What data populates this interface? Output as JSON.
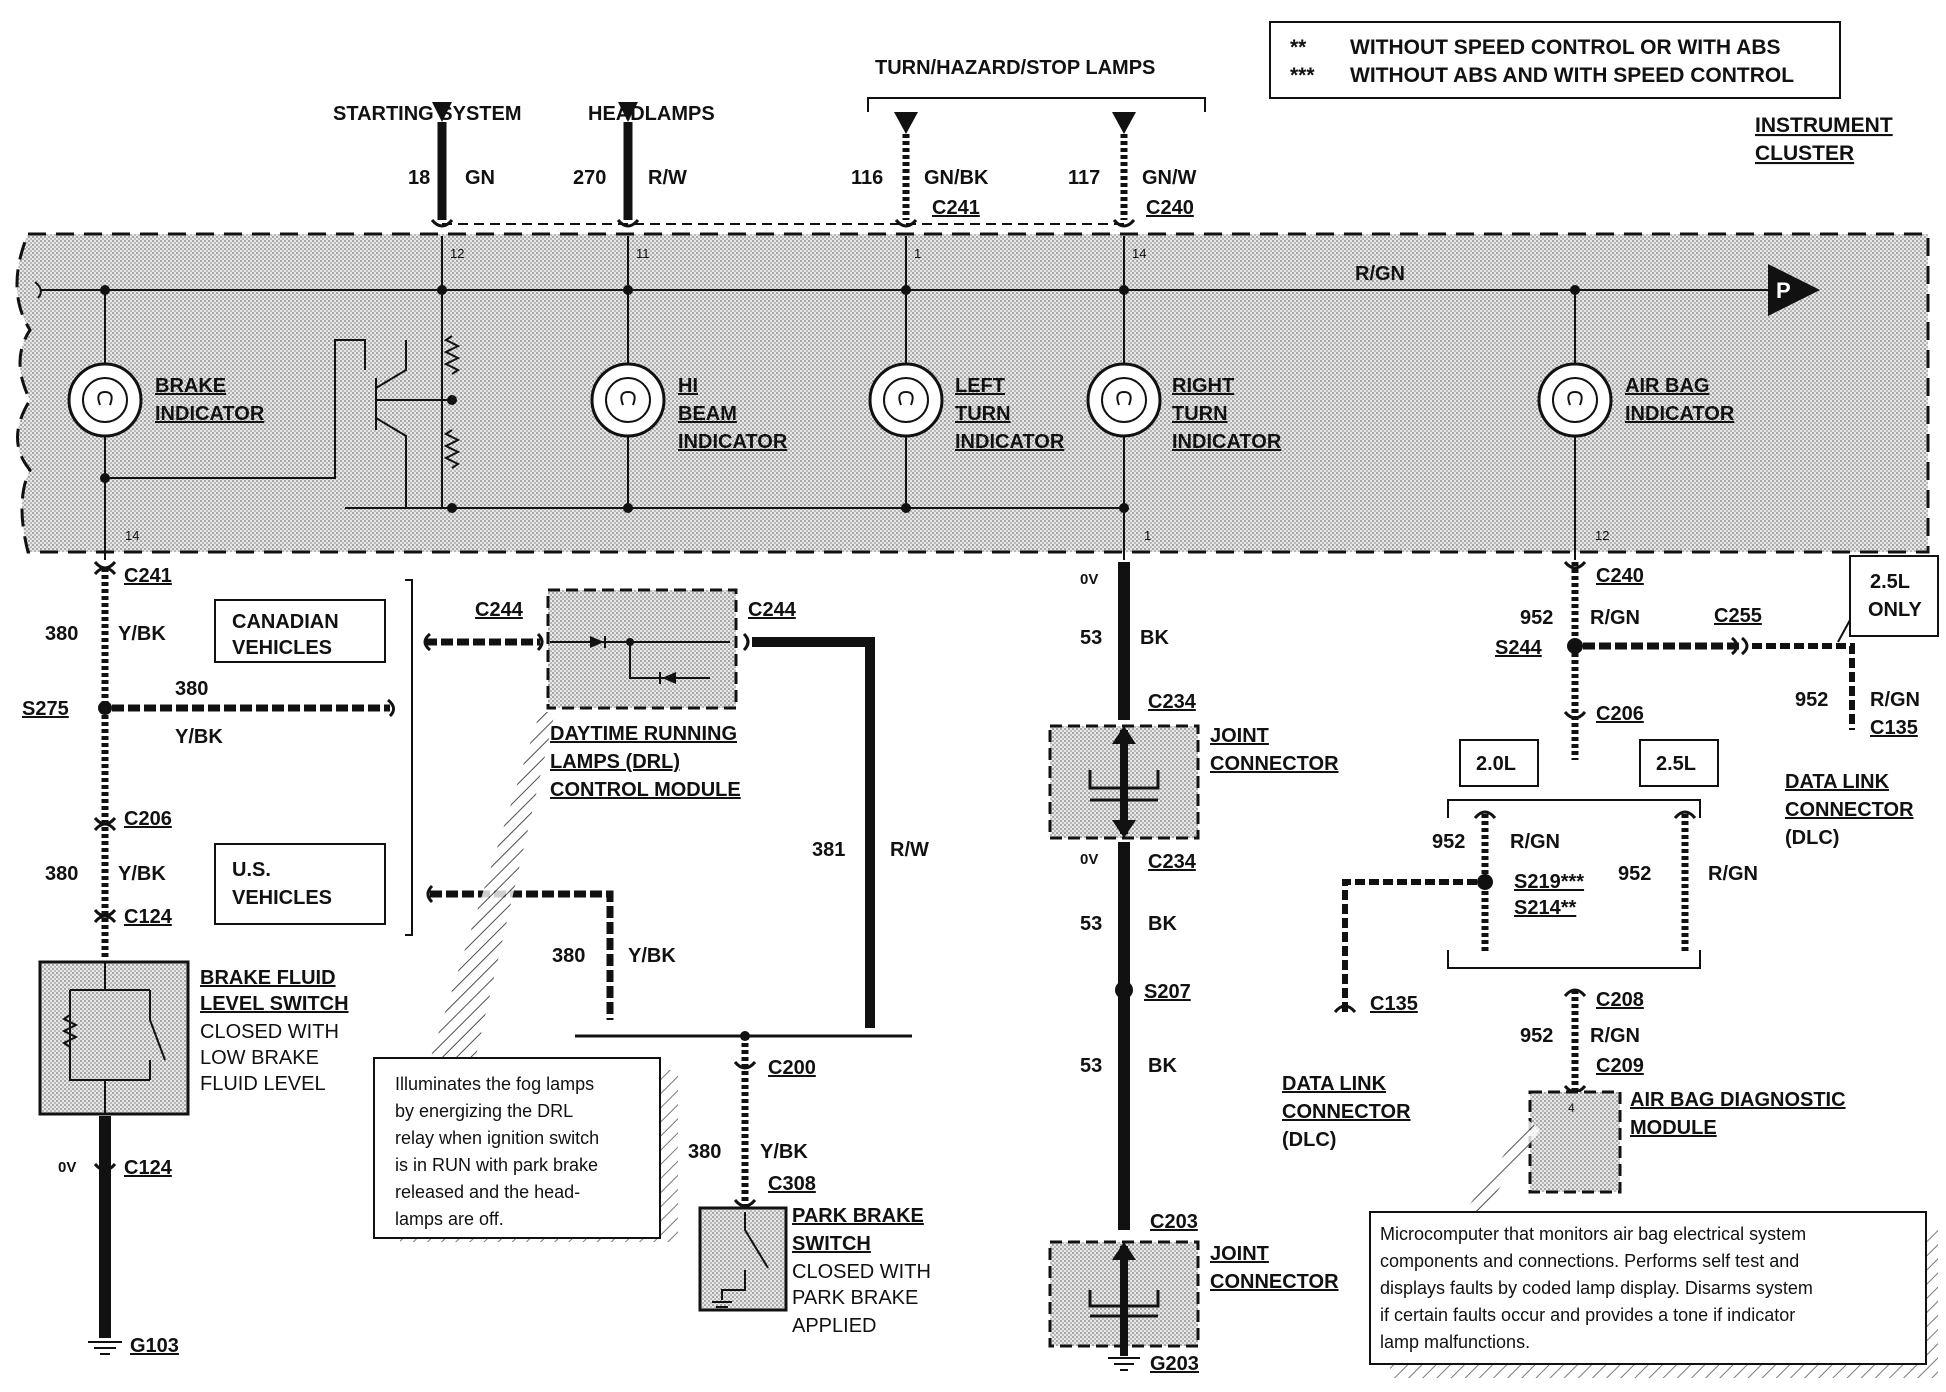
{
  "legend": {
    "line1_mark": "**",
    "line1_text": "WITHOUT SPEED CONTROL OR WITH ABS",
    "line2_mark": "***",
    "line2_text": "WITHOUT ABS AND WITH SPEED CONTROL"
  },
  "cluster": {
    "title_1": "INSTRUMENT",
    "title_2": "CLUSTER",
    "bus_wire": "R/GN",
    "page_ref": "P"
  },
  "inputs": {
    "starting_system": "STARTING SYSTEM",
    "headlamps": "HEADLAMPS",
    "turn_hazard": "TURN/HAZARD/STOP LAMPS",
    "w18_num": "18",
    "w18_color": "GN",
    "w270_num": "270",
    "w270_color": "R/W",
    "w116_num": "116",
    "w116_color": "GN/BK",
    "w116_conn": "C241",
    "w117_num": "117",
    "w117_color": "GN/W",
    "w117_conn": "C240",
    "pin_12": "12",
    "pin_11": "11",
    "pin_1": "1",
    "pin_14": "14"
  },
  "indicators": {
    "brake_1": "BRAKE",
    "brake_2": "INDICATOR",
    "hi_1": "HI",
    "hi_2": "BEAM",
    "hi_3": "INDICATOR",
    "left_1": "LEFT",
    "left_2": "TURN",
    "left_3": "INDICATOR",
    "right_1": "RIGHT",
    "right_2": "TURN",
    "right_3": "INDICATOR",
    "airbag_1": "AIR BAG",
    "airbag_2": "INDICATOR"
  },
  "bottom_pins": {
    "p14": "14",
    "p1": "1",
    "p12": "12"
  },
  "left_branch": {
    "c241": "C241",
    "w380": "380",
    "ybk": "Y/BK",
    "canadian_1": "CANADIAN",
    "canadian_2": "VEHICLES",
    "s275": "S275",
    "c206": "C206",
    "us_1": "U.S.",
    "us_2": "VEHICLES",
    "c124": "C124",
    "c124b": "C124",
    "zero_v": "0V",
    "bfl_1": "BRAKE FLUID",
    "bfl_2": "LEVEL SWITCH",
    "bfl_3": "CLOSED WITH",
    "bfl_4": "LOW BRAKE",
    "bfl_5": "FLUID LEVEL",
    "g103": "G103"
  },
  "drl": {
    "c244a": "C244",
    "c244b": "C244",
    "m1": "DAYTIME RUNNING",
    "m2": "LAMPS (DRL)",
    "m3": "CONTROL MODULE",
    "w381": "381",
    "w381_color": "R/W",
    "w380": "380",
    "w380_color": "Y/BK",
    "c200": "C200",
    "c308": "C308",
    "pb_1": "PARK BRAKE",
    "pb_2": "SWITCH",
    "pb_3": "CLOSED WITH",
    "pb_4": "PARK BRAKE",
    "pb_5": "APPLIED",
    "note": [
      "Illuminates the fog lamps",
      "by energizing the DRL",
      "relay when ignition switch",
      "is in RUN with park brake",
      "released and the head-",
      "lamps are off."
    ]
  },
  "ground_branch": {
    "zero_v": "0V",
    "w53": "53",
    "bk": "BK",
    "c234": "C234",
    "c234b": "C234",
    "jc": "JOINT",
    "jc2": "CONNECTOR",
    "zero_v2": "0V",
    "s207": "S207",
    "c203": "C203",
    "g203": "G203",
    "dlc_1": "DATA LINK",
    "dlc_2": "CONNECTOR",
    "dlc_3": "(DLC)"
  },
  "airbag_branch": {
    "c240": "C240",
    "w952": "952",
    "rgn": "R/GN",
    "s244": "S244",
    "c255": "C255",
    "only_1": "2.5L",
    "only_2": "ONLY",
    "c135": "C135",
    "dlc_1": "DATA LINK",
    "dlc_2": "CONNECTOR",
    "dlc_3": "(DLC)",
    "c206": "C206",
    "l20": "2.0L",
    "l25": "2.5L",
    "s219": "S219***",
    "s214": "S214**",
    "c135b": "C135",
    "c208": "C208",
    "c209": "C209",
    "pin4": "4",
    "m1": "AIR BAG DIAGNOSTIC",
    "m2": "MODULE",
    "note": [
      "Microcomputer that monitors air bag electrical system",
      "components and connections.  Performs self test and",
      "displays faults by coded lamp display.  Disarms system",
      "if certain faults occur and provides a tone if indicator",
      "lamp malfunctions."
    ]
  }
}
